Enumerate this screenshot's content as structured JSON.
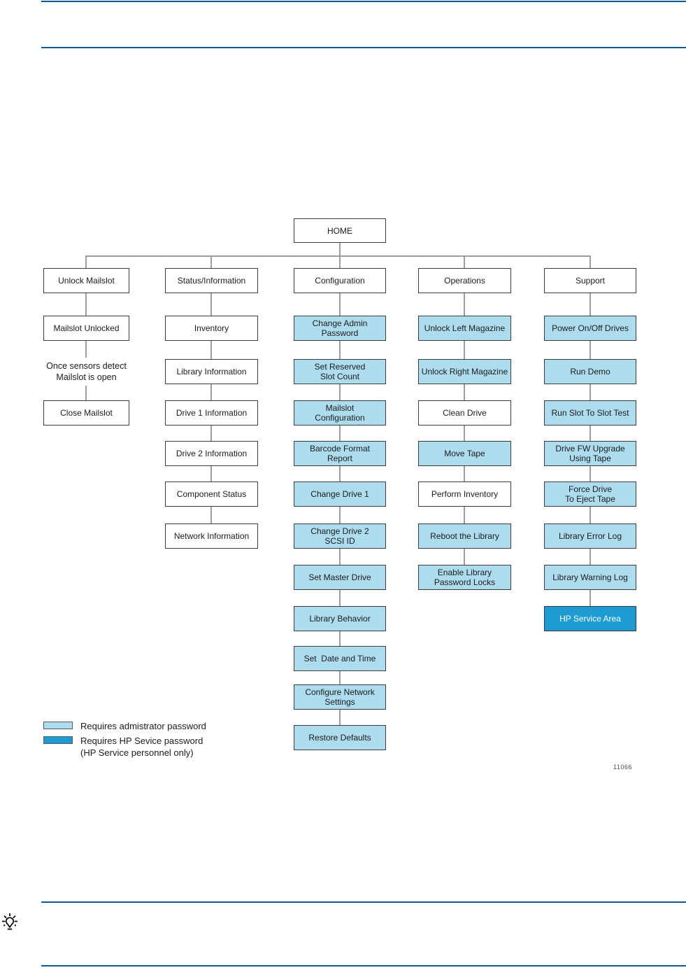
{
  "tree": {
    "home": {
      "label": "HOME"
    },
    "columns": [
      {
        "title": "Unlock Mailslot",
        "nodes": [
          {
            "label": "Mailslot Unlocked",
            "style": "plain"
          },
          {
            "label": "Once sensors detect\nMailslot is open",
            "style": "note"
          },
          {
            "label": "Close Mailslot",
            "style": "plain"
          }
        ]
      },
      {
        "title": "Status/Information",
        "nodes": [
          {
            "label": "Inventory",
            "style": "plain"
          },
          {
            "label": "Library Information",
            "style": "plain"
          },
          {
            "label": "Drive 1 Information",
            "style": "plain"
          },
          {
            "label": "Drive 2 Information",
            "style": "plain"
          },
          {
            "label": "Component Status",
            "style": "plain"
          },
          {
            "label": "Network Information",
            "style": "plain"
          }
        ]
      },
      {
        "title": "Configuration",
        "nodes": [
          {
            "label": "Change Admin\nPassword",
            "style": "admin"
          },
          {
            "label": "Set Reserved\nSlot Count",
            "style": "admin"
          },
          {
            "label": "Mailslot\nConfiguration",
            "style": "admin"
          },
          {
            "label": "Barcode Format\nReport",
            "style": "admin"
          },
          {
            "label": "Change Drive 1",
            "style": "admin"
          },
          {
            "label": "Change Drive 2\nSCSI ID",
            "style": "admin"
          },
          {
            "label": "Set Master Drive",
            "style": "admin"
          },
          {
            "label": "Library Behavior",
            "style": "admin"
          },
          {
            "label": "Set  Date and Time",
            "style": "admin"
          },
          {
            "label": "Configure Network\nSettings",
            "style": "admin"
          },
          {
            "label": "Restore Defaults",
            "style": "admin"
          }
        ]
      },
      {
        "title": "Operations",
        "nodes": [
          {
            "label": "Unlock Left Magazine",
            "style": "admin"
          },
          {
            "label": "Unlock Right Magazine",
            "style": "admin"
          },
          {
            "label": "Clean Drive",
            "style": "plain"
          },
          {
            "label": "Move Tape",
            "style": "admin"
          },
          {
            "label": "Perform Inventory",
            "style": "plain"
          },
          {
            "label": "Reboot the Library",
            "style": "admin"
          },
          {
            "label": "Enable Library\nPassword Locks",
            "style": "admin"
          }
        ]
      },
      {
        "title": "Support",
        "nodes": [
          {
            "label": "Power On/Off Drives",
            "style": "admin"
          },
          {
            "label": "Run Demo",
            "style": "admin"
          },
          {
            "label": "Run Slot To Slot Test",
            "style": "admin"
          },
          {
            "label": "Drive FW Upgrade\nUsing Tape",
            "style": "admin"
          },
          {
            "label": "Force Drive\nTo Eject Tape",
            "style": "admin"
          },
          {
            "label": "Library Error Log",
            "style": "admin"
          },
          {
            "label": "Library Warning Log",
            "style": "admin"
          },
          {
            "label": "HP Service Area",
            "style": "service"
          }
        ]
      }
    ]
  },
  "legend": {
    "admin_label": "Requires admistrator password",
    "service_label": "Requires HP Sevice password\n(HP Service personnel only)"
  },
  "figure_number": "11066",
  "icons": {
    "tip": "lightbulb-tip-icon"
  },
  "colors": {
    "admin_fill": "#addcef",
    "service_fill": "#1e9cd2",
    "rule_blue": "#0e5790",
    "connector_gray": "#9e9e9e"
  }
}
